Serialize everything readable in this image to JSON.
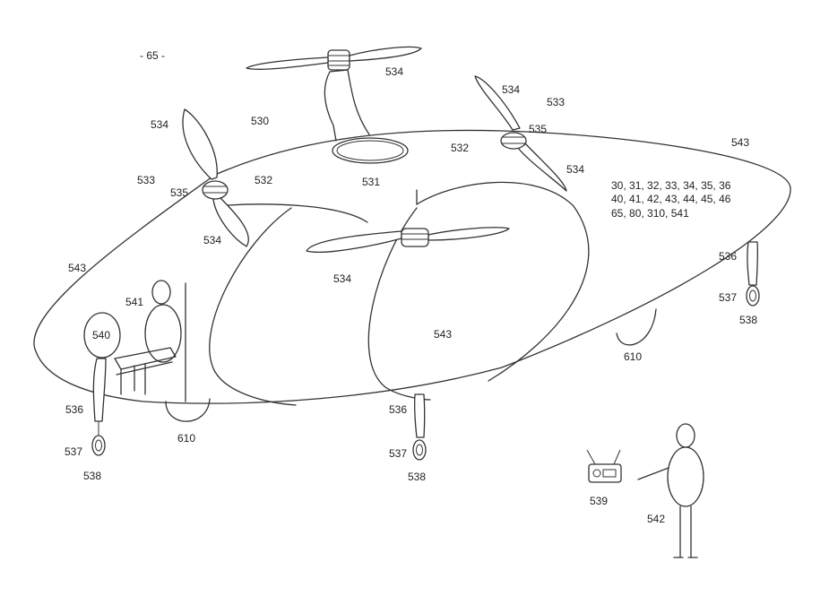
{
  "figure": {
    "id_label": "- 65 -",
    "labels": {
      "l530": "530",
      "l531": "531",
      "l532a": "532",
      "l532b": "532",
      "l533a": "533",
      "l533b": "533",
      "l534a": "534",
      "l534b": "534",
      "l534c": "534",
      "l534d": "534",
      "l534e": "534",
      "l534f": "534",
      "l535a": "535",
      "l535b": "535",
      "l536a": "536",
      "l536b": "536",
      "l536c": "536",
      "l537a": "537",
      "l537b": "537",
      "l537c": "537",
      "l538a": "538",
      "l538b": "538",
      "l538c": "538",
      "l539": "539",
      "l540": "540",
      "l541": "541",
      "l542": "542",
      "l543a": "543",
      "l543b": "543",
      "l543c": "543",
      "l610a": "610",
      "l610b": "610"
    },
    "reference_list": [
      "30, 31, 32, 33, 34, 35, 36",
      "40, 41, 42, 43, 44, 45, 46",
      "65, 80, 310, 541"
    ]
  }
}
